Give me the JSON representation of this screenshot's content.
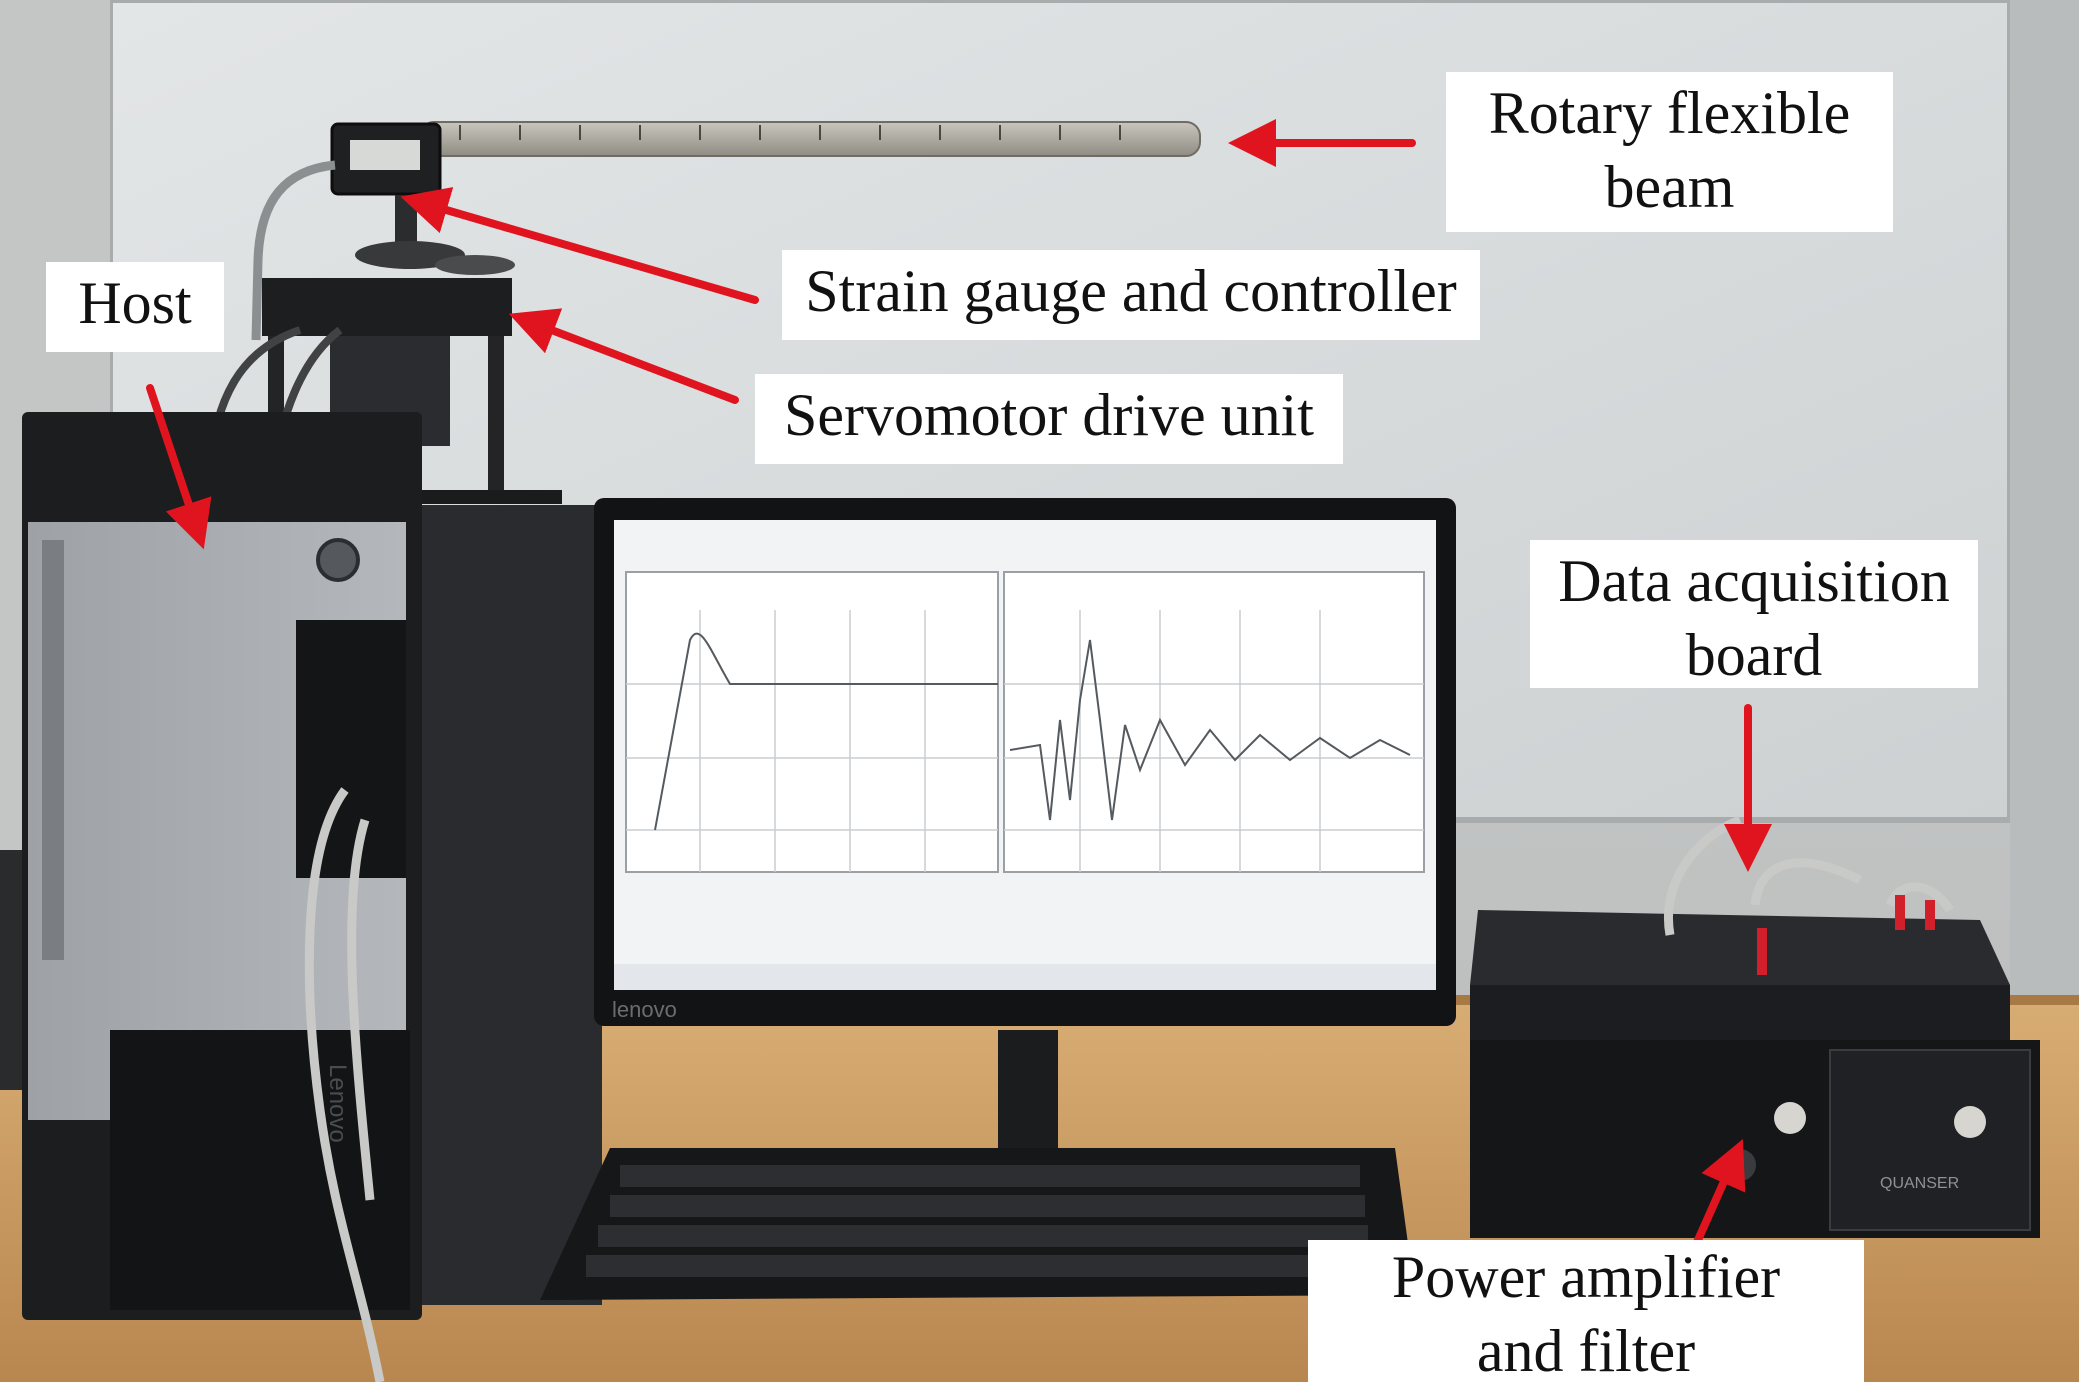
{
  "labels": {
    "rotary_beam": {
      "line1": "Rotary flexible",
      "line2": "beam"
    },
    "strain_gauge": "Strain gauge and controller",
    "servomotor": "Servomotor drive unit",
    "host": "Host",
    "daq": {
      "line1": "Data acquisition",
      "line2": "board"
    },
    "amplifier": {
      "line1": "Power amplifier",
      "line2": "and filter"
    }
  },
  "monitor": {
    "brand": "lenovo"
  },
  "pc_tower": {
    "brand": "Lenovo"
  },
  "daq_unit": {
    "brand": "QUANSER"
  },
  "colors": {
    "arrow": "#e0141e",
    "whiteboard": "#d9dcdd",
    "desk": "#cf9e62",
    "device_black": "#1b1c1e",
    "label_bg": "#ffffff",
    "label_text": "#111111"
  }
}
